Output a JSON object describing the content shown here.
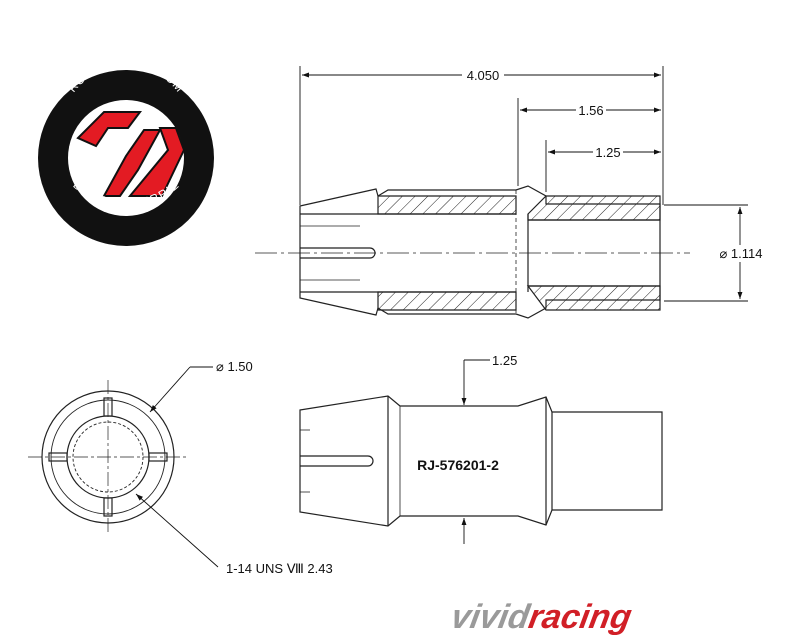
{
  "logo": {
    "top_text": "ROCKJOCK4X4.COM",
    "bottom_text": "BY JOHN CURRIE",
    "accent_color": "#e31b23",
    "ring_color": "#111111"
  },
  "section_view": {
    "overall_length": "4.050",
    "dim_1": "1.56",
    "dim_2": "1.25",
    "diameter": "⌀ 1.114"
  },
  "end_view": {
    "diameter": "⌀ 1.50",
    "thread_callout": "1-14 UNS  Ⅷ 2.43"
  },
  "side_view": {
    "dim": "1.25",
    "part_number": "RJ-576201-2"
  },
  "watermark": {
    "text_a": "vivid",
    "text_b": "racing",
    "color_a": "#9a9a9a",
    "color_b": "#d11f26"
  }
}
